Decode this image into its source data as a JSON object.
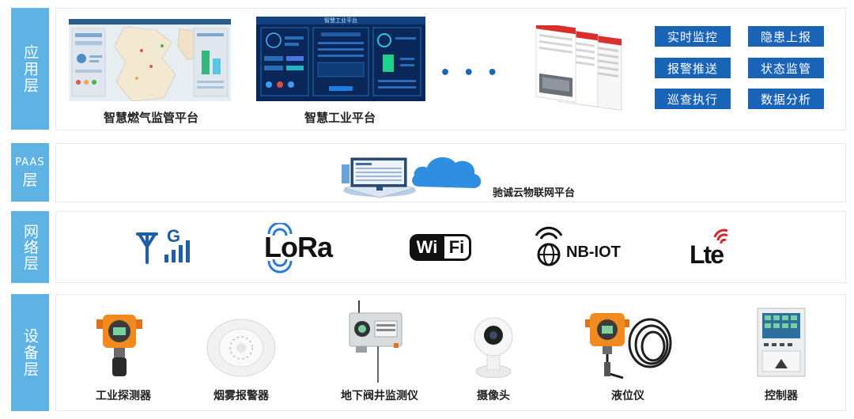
{
  "layers": {
    "app": "应用层",
    "paas_top": "PAAS",
    "paas_bottom": "层",
    "network": "网络层",
    "device": "设备层"
  },
  "app": {
    "platform_gas": "智慧燃气监管平台",
    "platform_industry": "智慧工业平台",
    "industry_screen_title": "智慧工业平台",
    "ellipsis": "• • •",
    "functions": [
      "实时监控",
      "隐患上报",
      "报警推送",
      "状态监管",
      "巡查执行",
      "数据分析"
    ]
  },
  "paas": {
    "caption": "驰诚云物联网平台"
  },
  "network": {
    "g4_letter": "G",
    "lora": "LoRa",
    "wifi_left": "Wi",
    "wifi_right": "Fi",
    "nbiot": "NB-IOT",
    "lte": "Lte"
  },
  "devices": [
    "工业探测器",
    "烟雾报警器",
    "地下阀井监测仪",
    "摄像头",
    "液位仪",
    "控制器"
  ],
  "colors": {
    "label_bg": "#5fb2e4",
    "button_bg": "#1a64b8",
    "accent": "#1766b8"
  }
}
